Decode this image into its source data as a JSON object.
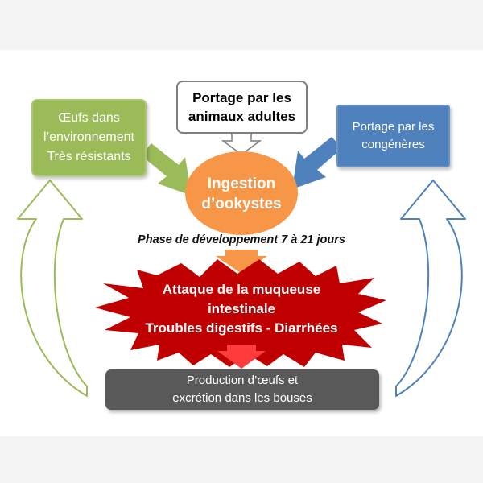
{
  "colors": {
    "green": "#9bbb59",
    "blue": "#4f81bd",
    "orange": "#f79646",
    "red": "#c00000",
    "gray": "#595959"
  },
  "nodes": {
    "eggs_environment": {
      "line1": "Œufs dans",
      "line2": "l’environnement",
      "line3": "Très résistants"
    },
    "adult_carriers": {
      "line1": "Portage par les",
      "line2": "animaux adultes"
    },
    "peer_carriers": {
      "line1": "Portage par les",
      "line2": "congénères"
    },
    "ingestion": {
      "line1": "Ingestion",
      "line2": "d’ookystes"
    },
    "phase_label": "Phase de développement 7 à 21 jours",
    "attack": {
      "line1": "Attaque de la muqueuse",
      "line2": "intestinale",
      "line3": "Troubles digestifs - Diarrhées"
    },
    "production": {
      "line1": "Production d’œufs et",
      "line2": "excrétion dans les bouses"
    }
  }
}
